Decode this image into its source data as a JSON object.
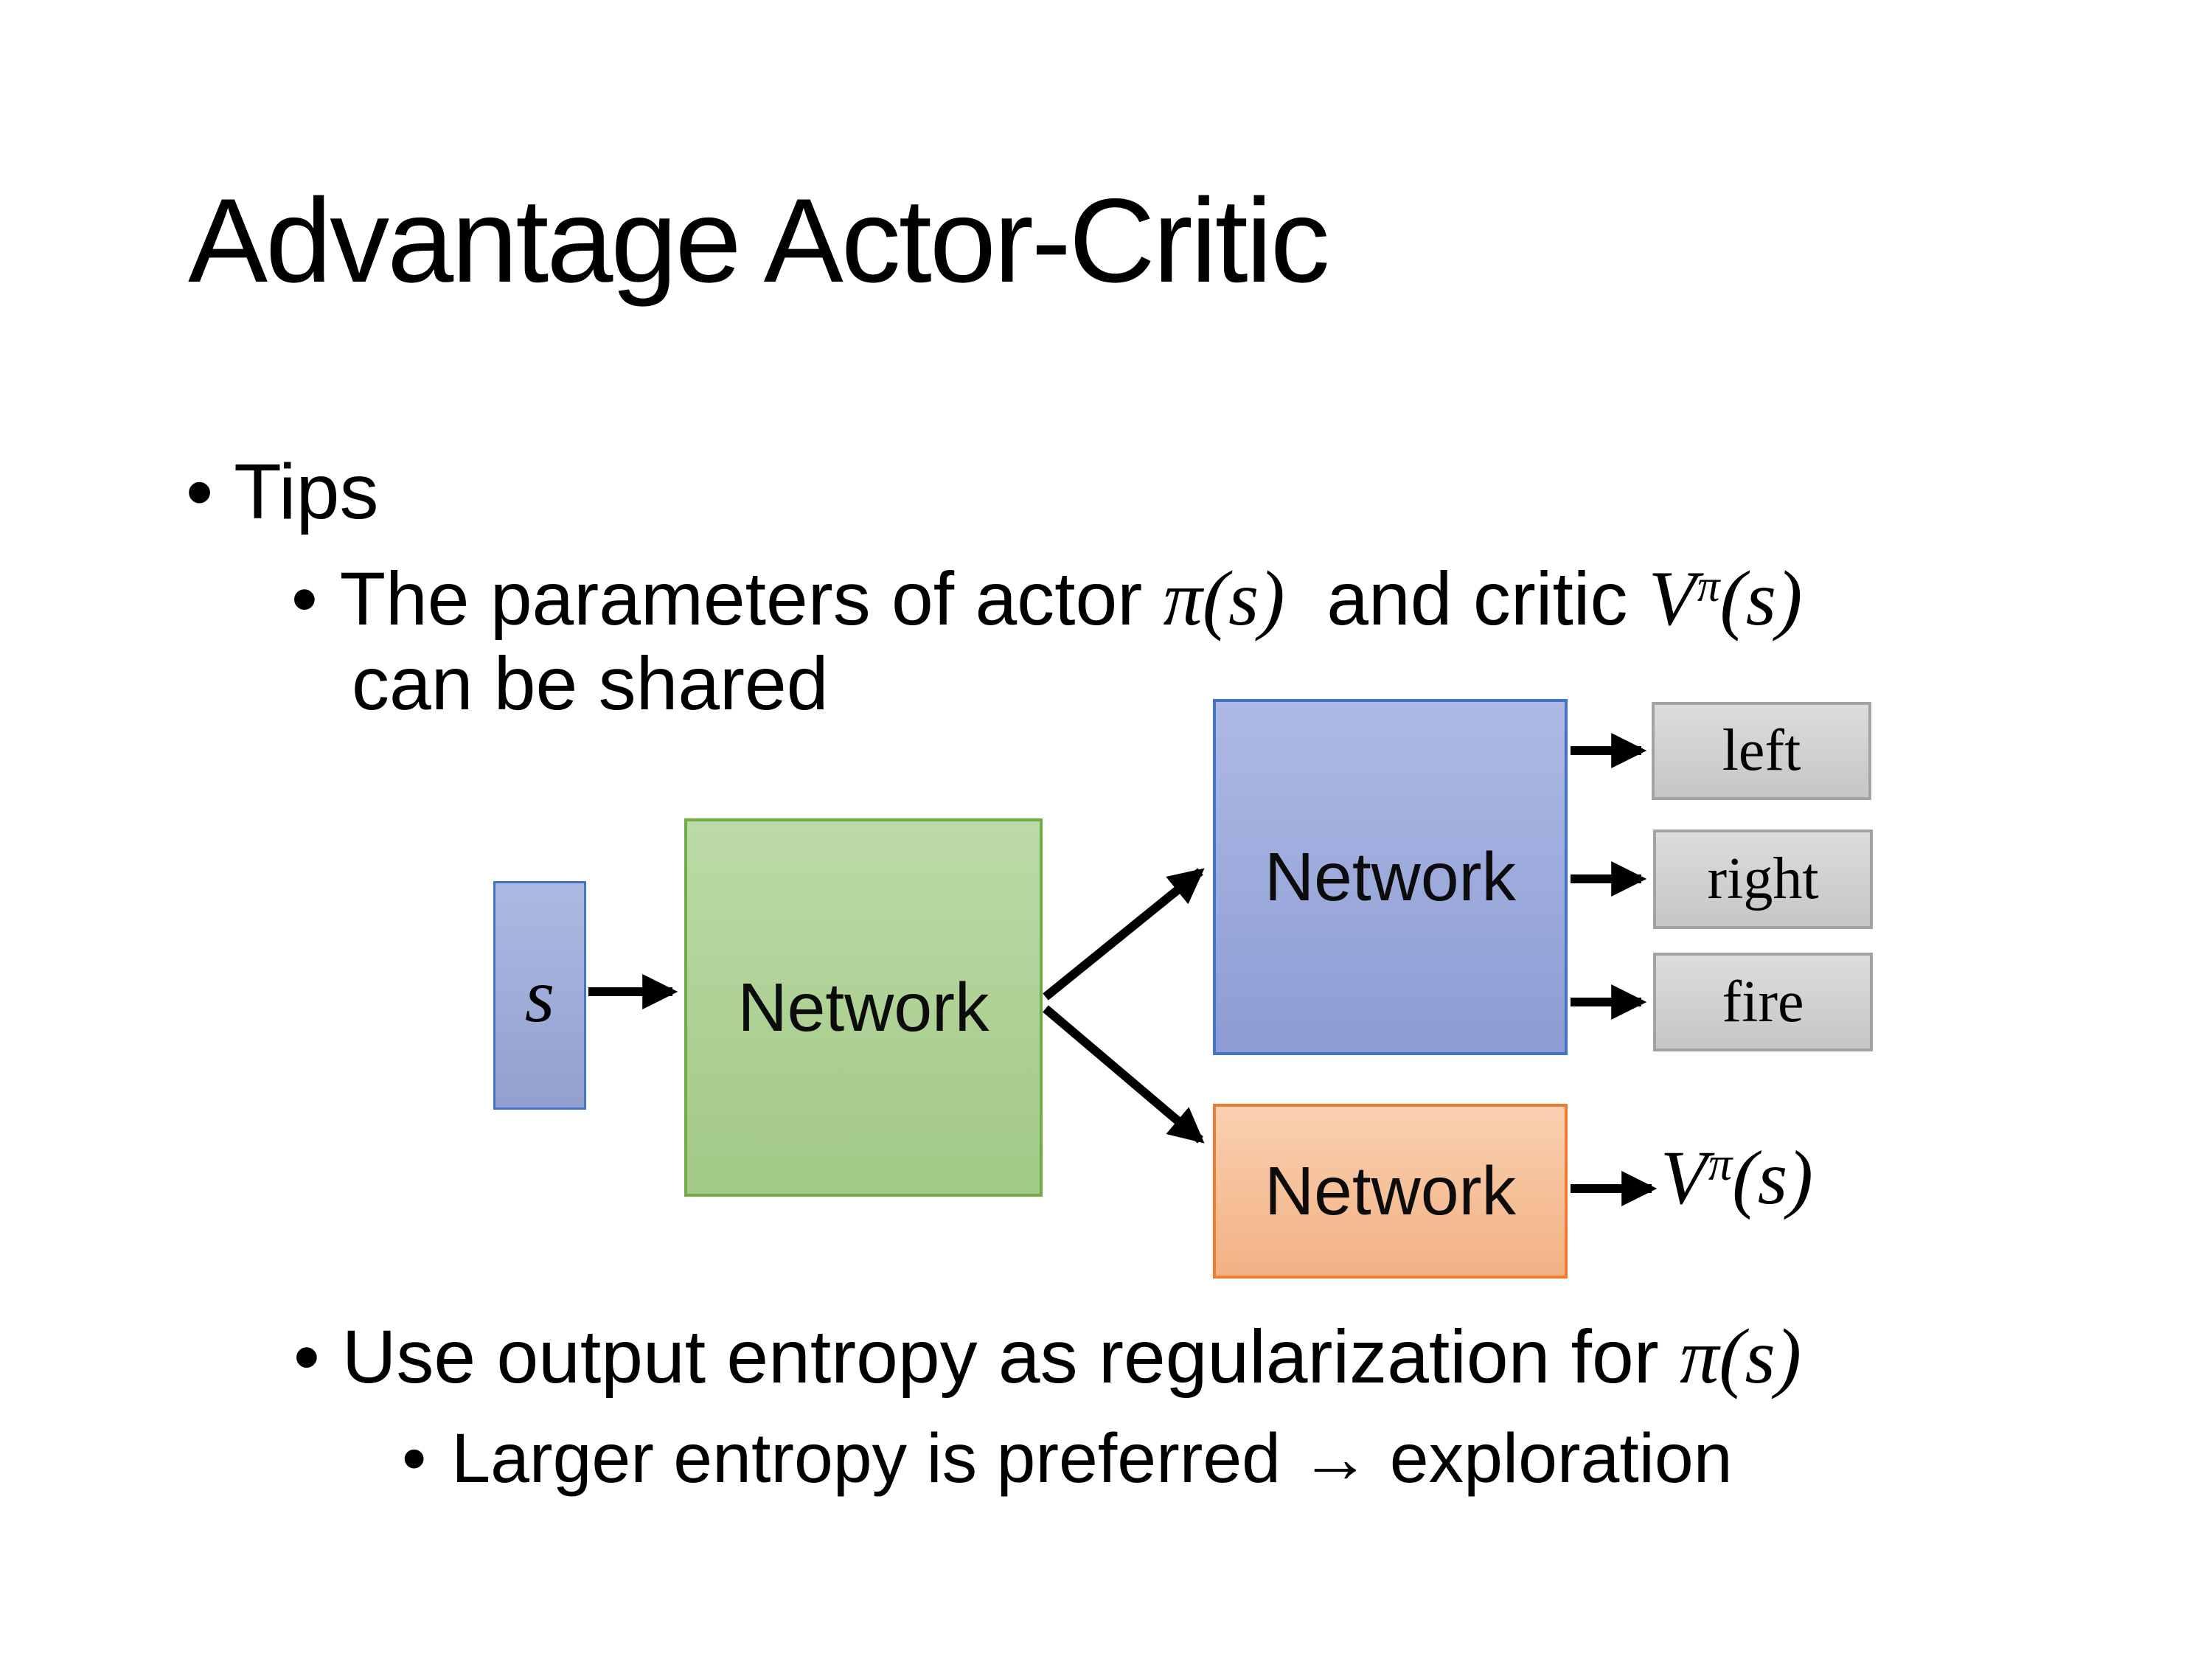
{
  "slide": {
    "title": "Advantage Actor-Critic"
  },
  "bullets": {
    "l1": {
      "marker": "•",
      "text": "Tips"
    },
    "l2a": {
      "marker": "•",
      "seg0": "The parameters of actor ",
      "math1": "π(s)",
      "seg1": "  and critic ",
      "math2_base": "V",
      "math2_sup": "π",
      "math2_rest": "(s)",
      "line2": "can be shared"
    },
    "l2b": {
      "marker": "•",
      "seg0": "Use output entropy as regularization for ",
      "math1": "π(s)"
    },
    "l3": {
      "marker": "•",
      "text": "Larger entropy is preferred → exploration"
    }
  },
  "diagram": {
    "state_label": "s",
    "shared_network_label": "Network",
    "actor_network_label": "Network",
    "critic_network_label": "Network",
    "actions": [
      "left",
      "right",
      "fire"
    ],
    "value_output": {
      "base": "V",
      "sup": "π",
      "rest": "(s)"
    },
    "colors": {
      "state_fill_top": "#aeb9e2",
      "state_fill": "#92a0d0",
      "state_border": "#4472c4",
      "shared_fill_top": "#bcdaa6",
      "shared_fill": "#a2c986",
      "shared_border": "#70ad47",
      "actor_fill_top": "#aeb9e4",
      "actor_fill": "#8c9cd4",
      "actor_border": "#4472c4",
      "critic_fill_top": "#f9d0b0",
      "critic_fill": "#f3b183",
      "critic_border": "#ed7d31",
      "action_fill_top": "#dcdcdc",
      "action_fill": "#c6c6c6",
      "action_border": "#a3a3a3",
      "arrow": "#000000"
    }
  }
}
